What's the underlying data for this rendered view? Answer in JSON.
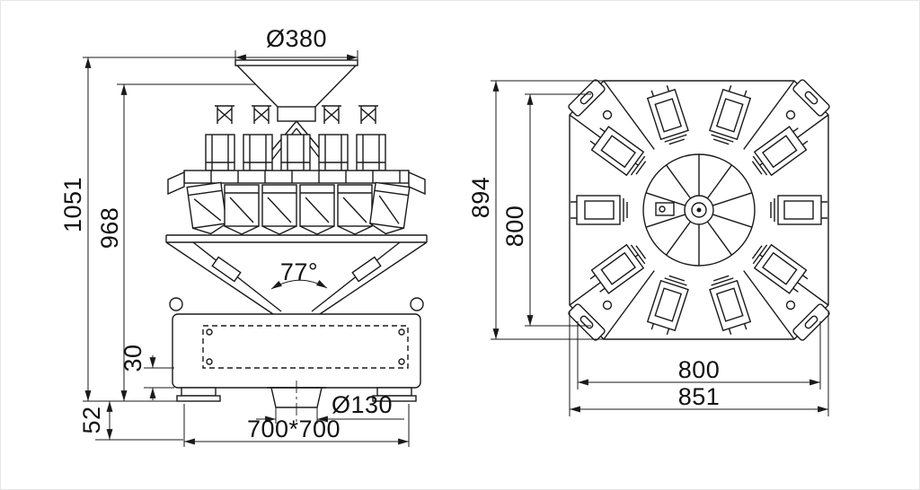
{
  "drawing": {
    "front_view": {
      "top_diameter": "Ø380",
      "overall_height": "1051",
      "body_height": "968",
      "cone_angle": "77°",
      "frame_offset": "30",
      "foot_height": "52",
      "outlet_diameter": "Ø130",
      "base_size": "700*700"
    },
    "top_view": {
      "overall_height": "894",
      "inner_height": "800",
      "inner_width": "800",
      "overall_width": "851"
    },
    "colors": {
      "line": "#1a1a1a",
      "background": "#ffffff"
    }
  }
}
